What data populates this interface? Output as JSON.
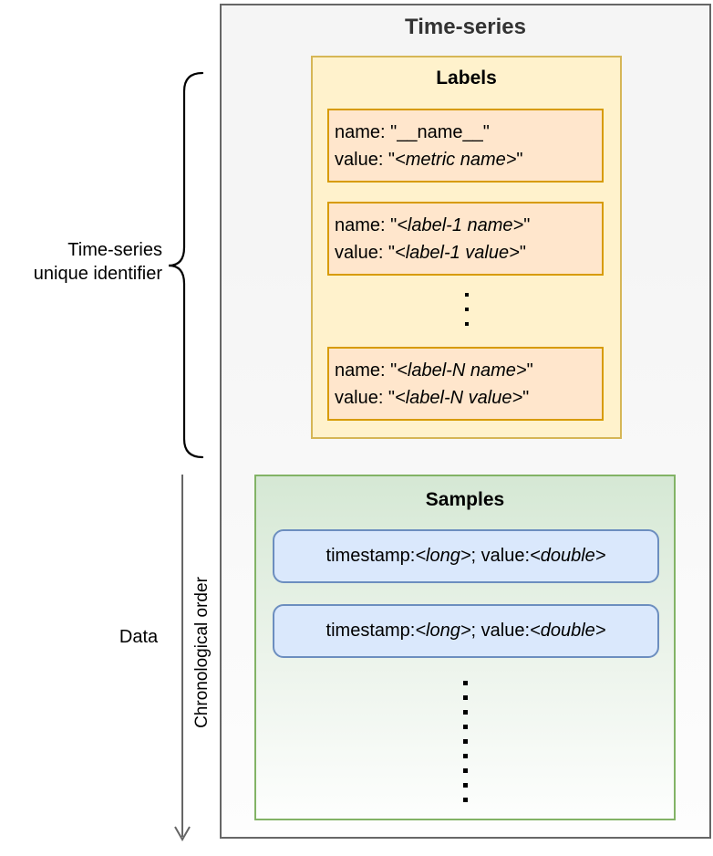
{
  "main": {
    "title": "Time-series",
    "labels": {
      "title": "Labels",
      "ellipsis_dots": 3,
      "boxes": [
        {
          "name_prefix": "name: \"",
          "name_text": "__name__",
          "name_suffix": "\"",
          "value_prefix": "value: \"",
          "value_text": "<metric name>",
          "value_suffix": "\""
        },
        {
          "name_prefix": "name: \"",
          "name_text": "<label-1 name>",
          "name_suffix": "\"",
          "value_prefix": "value: \"",
          "value_text": "<label-1 value>",
          "value_suffix": "\""
        },
        {
          "name_prefix": "name: \"",
          "name_text": "<label-N name>",
          "name_suffix": "\"",
          "value_prefix": "value: \"",
          "value_text": "<label-N value>",
          "value_suffix": "\""
        }
      ]
    },
    "samples": {
      "title": "Samples",
      "ellipsis_dots": 9,
      "rows": [
        {
          "p1": "timestamp: ",
          "v1": "<long>",
          "p2": "; value: ",
          "v2": "<double>"
        },
        {
          "p1": "timestamp: ",
          "v1": "<long>",
          "p2": "; value: ",
          "v2": "<double>"
        }
      ]
    }
  },
  "annotations": {
    "identifier_line1": "Time-series",
    "identifier_line2": "unique identifier",
    "data_label": "Data",
    "chronological_label": "Chronological order"
  },
  "colors": {
    "main_border": "#666666",
    "main_bg": "#f5f5f5",
    "main_title_text": "#333333",
    "labels_bg": "#fff2cc",
    "labels_border": "#d6b656",
    "label_item_bg": "#ffe6cc",
    "label_item_border": "#d79b00",
    "samples_bg": "#d5e8d4",
    "samples_border": "#82b366",
    "sample_row_bg": "#dae8fc",
    "sample_row_border": "#6c8ebf",
    "arrow": "#666666"
  }
}
